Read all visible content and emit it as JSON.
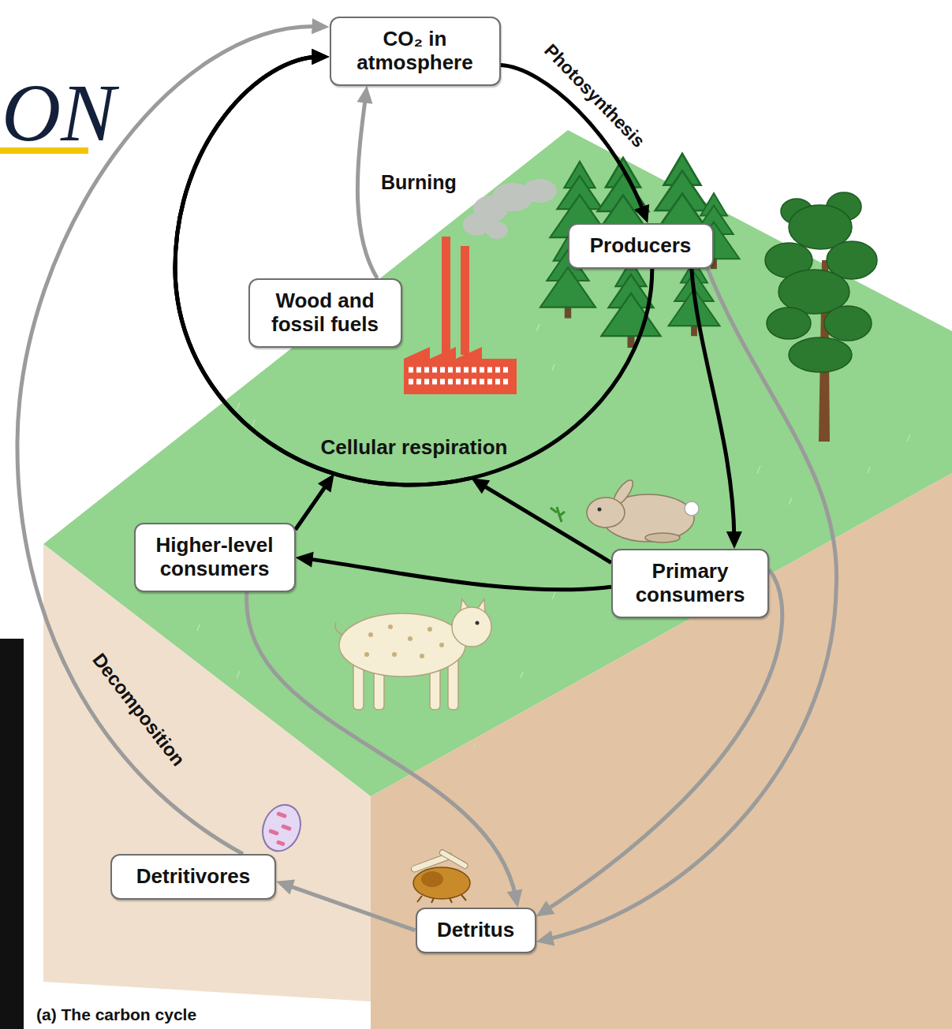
{
  "diagram": {
    "title": "ON",
    "caption": "(a) The carbon cycle",
    "nodes": [
      {
        "text": [
          "CO₂ in atmosphere"
        ]
      },
      {
        "text": [
          "Producers"
        ]
      },
      {
        "text": [
          "Wood and fossil fuels"
        ]
      },
      {
        "text": [
          "Higher-level consumers"
        ]
      },
      {
        "text": [
          "Primary consumers"
        ]
      },
      {
        "text": [
          "Detritivores"
        ]
      },
      {
        "text": [
          "Detritus"
        ]
      }
    ],
    "edges": [
      {
        "from": 0,
        "to": 1,
        "label": "Photosynthesis",
        "arrow": "to"
      },
      {
        "from": 2,
        "to": 0,
        "label": "Burning",
        "arrow": "to"
      },
      {
        "from": 1,
        "to": 0,
        "label": "Cellular respiration",
        "arrow": "to"
      },
      {
        "from": 1,
        "to": 4,
        "arrow": "to"
      },
      {
        "from": 4,
        "to": 0,
        "arrow": "to"
      },
      {
        "from": 3,
        "to": 0,
        "arrow": "to"
      },
      {
        "from": 4,
        "to": 3,
        "arrow": "to"
      },
      {
        "from": 3,
        "to": 6,
        "arrow": "to"
      },
      {
        "from": 4,
        "to": 6,
        "arrow": "to"
      },
      {
        "from": 1,
        "to": 6,
        "arrow": "to"
      },
      {
        "from": 6,
        "to": 5,
        "arrow": "to"
      },
      {
        "from": 5,
        "to": 0,
        "label": "Decomposition",
        "arrow": "to"
      }
    ]
  }
}
